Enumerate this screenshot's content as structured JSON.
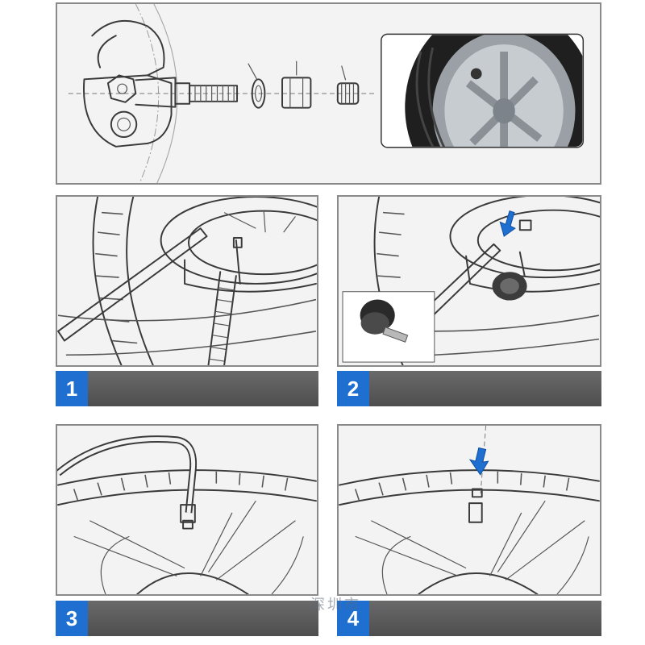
{
  "steps": [
    {
      "number": "1"
    },
    {
      "number": "2"
    },
    {
      "number": "3"
    },
    {
      "number": "4"
    }
  ],
  "watermark": "深圳市 ...",
  "colors": {
    "step_badge": "#1e6fd0",
    "step_bar": "#5a5a5a",
    "arrow": "#1e6fd0",
    "panel_border": "#8a8a8a",
    "panel_bg": "#f3f3f3"
  },
  "icons": [
    "down-arrow-icon"
  ]
}
